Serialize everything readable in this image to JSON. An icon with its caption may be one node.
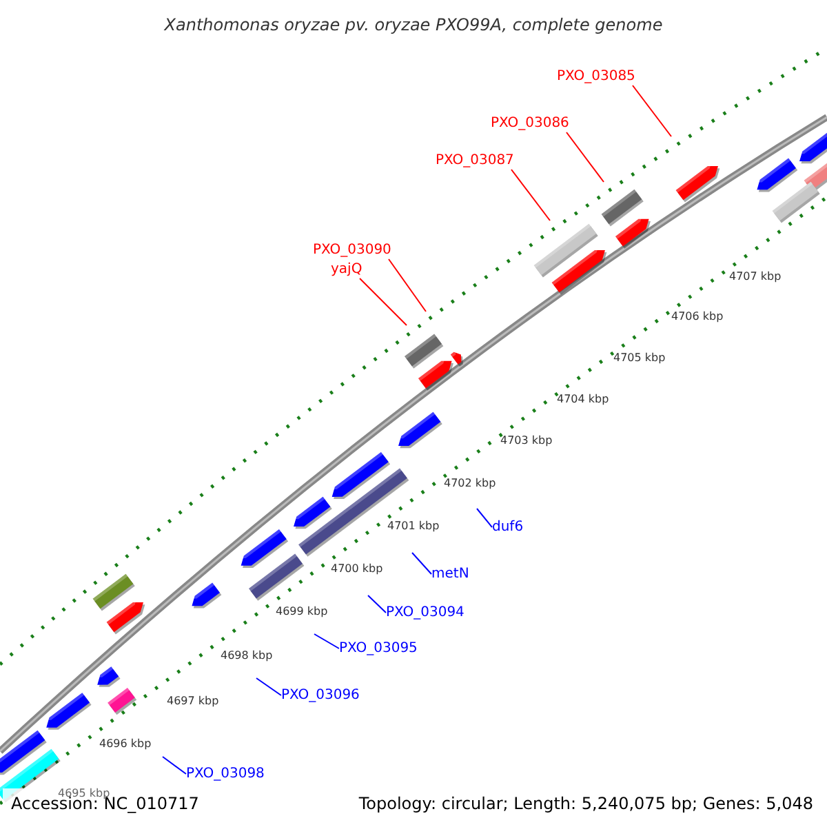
{
  "diagram": {
    "title": "Xanthomonas oryzae pv. oryzae PXO99A, complete genome",
    "nodes": [
      {
        "text": [
          "PXO_03085"
        ]
      },
      {
        "text": [
          "PXO_03086"
        ]
      },
      {
        "text": [
          "PXO_03087"
        ]
      },
      {
        "text": [
          "PXO_03090"
        ]
      },
      {
        "text": [
          "yajQ"
        ]
      },
      {
        "text": [
          "duf6"
        ]
      },
      {
        "text": [
          "metN"
        ]
      },
      {
        "text": [
          "PXO_03094"
        ]
      },
      {
        "text": [
          "PXO_03095"
        ]
      },
      {
        "text": [
          "PXO_03096"
        ]
      },
      {
        "text": [
          "PXO_03098"
        ]
      }
    ],
    "edges": [
      {
        "from": 0,
        "to": null,
        "arrow": "none",
        "color": "#ff0000"
      },
      {
        "from": 1,
        "to": null,
        "arrow": "none",
        "color": "#ff0000"
      },
      {
        "from": 2,
        "to": null,
        "arrow": "none",
        "color": "#ff0000"
      },
      {
        "from": 3,
        "to": null,
        "arrow": "none",
        "color": "#ff0000"
      },
      {
        "from": 4,
        "to": null,
        "arrow": "none",
        "color": "#ff0000"
      },
      {
        "from": 5,
        "to": null,
        "arrow": "none"
      },
      {
        "from": 6,
        "to": null,
        "arrow": "none"
      },
      {
        "from": 7,
        "to": null,
        "arrow": "none"
      },
      {
        "from": 8,
        "to": null,
        "arrow": "none"
      },
      {
        "from": 9,
        "to": null,
        "arrow": "none"
      },
      {
        "from": 10,
        "to": null,
        "arrow": "none"
      }
    ],
    "labels": [
      "4707 kbp",
      "4706 kbp",
      "4705 kbp",
      "4704 kbp",
      "4703 kbp",
      "4702 kbp",
      "4701 kbp",
      "4700 kbp",
      "4699 kbp",
      "4698 kbp",
      "4697 kbp",
      "4696 kbp",
      "4695 kbp",
      "Accession: NC_010717",
      "Topology: circular; Length: 5,240,075 bp; Genes: 5,048"
    ]
  }
}
